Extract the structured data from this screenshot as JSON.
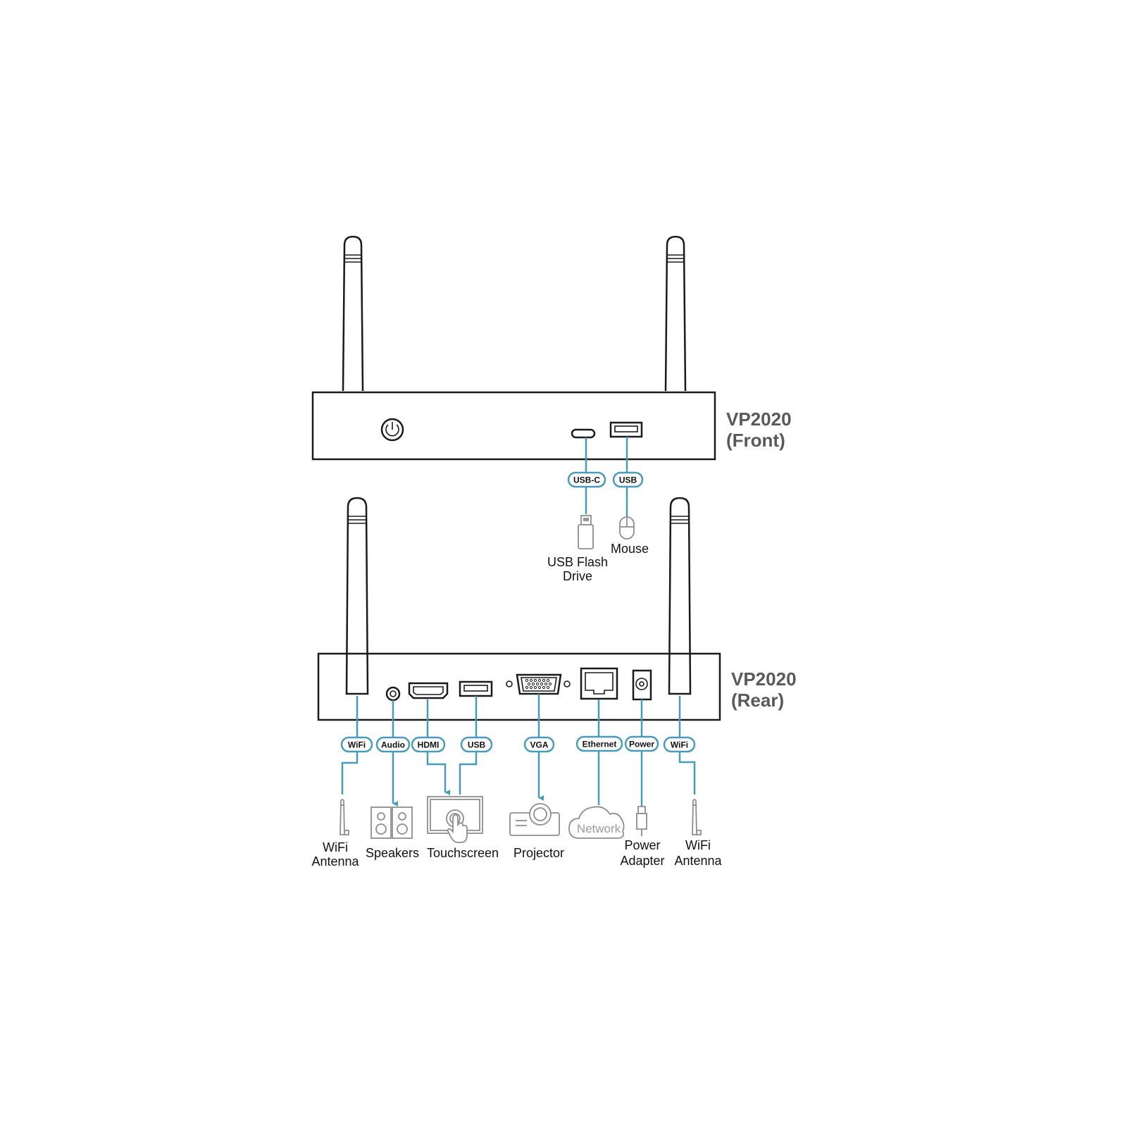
{
  "front": {
    "title_line1": "VP2020",
    "title_line2": "(Front)",
    "ports": {
      "usbc": "USB-C",
      "usb": "USB"
    },
    "devices": {
      "usb_flash_line1": "USB Flash",
      "usb_flash_line2": "Drive",
      "mouse": "Mouse"
    }
  },
  "rear": {
    "title_line1": "VP2020",
    "title_line2": "(Rear)",
    "ports": {
      "wifi_left": "WiFi",
      "audio": "Audio",
      "hdmi": "HDMI",
      "usb": "USB",
      "vga": "VGA",
      "ethernet": "Ethernet",
      "power": "Power",
      "wifi_right": "WiFi"
    },
    "devices": {
      "wifi_antenna_left_line1": "WiFi",
      "wifi_antenna_left_line2": "Antenna",
      "speakers": "Speakers",
      "touchscreen": "Touchscreen",
      "projector": "Projector",
      "network": "Network",
      "power_adapter_line1": "Power",
      "power_adapter_line2": "Adapter",
      "wifi_antenna_right_line1": "WiFi",
      "wifi_antenna_right_line2": "Antenna"
    }
  },
  "colors": {
    "outline": "#1a1a1a",
    "wire": "#4a9bb8",
    "device_gray": "#8e8e8e",
    "title_gray": "#58595b"
  }
}
